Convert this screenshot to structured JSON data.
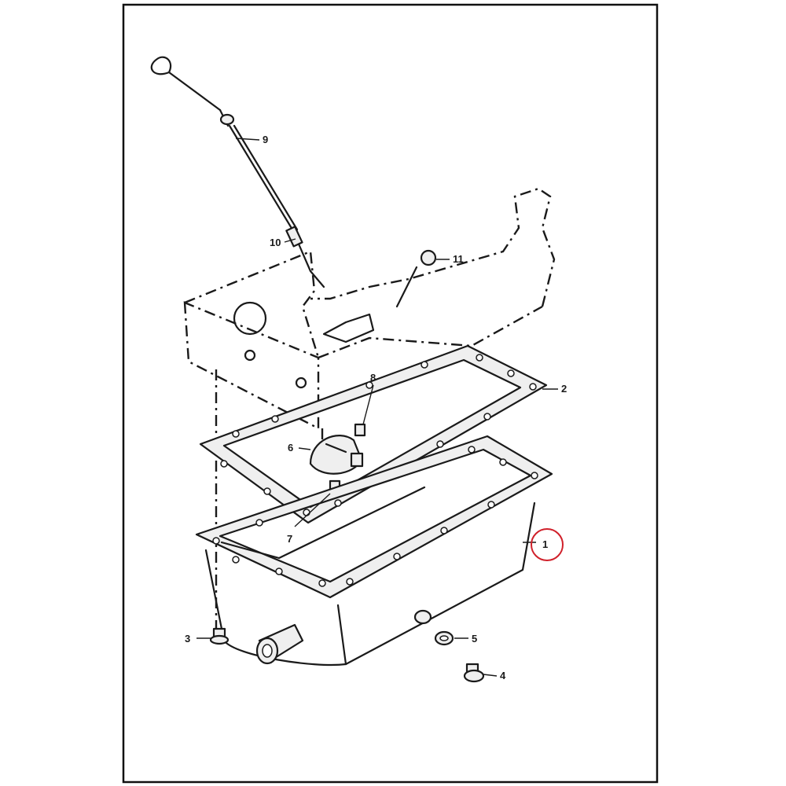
{
  "diagram": {
    "callouts": [
      {
        "id": "1",
        "label": "1",
        "part": "oil-pan",
        "highlighted": true
      },
      {
        "id": "2",
        "label": "2",
        "part": "oil-pan-gasket"
      },
      {
        "id": "3",
        "label": "3",
        "part": "pan-bolt"
      },
      {
        "id": "4",
        "label": "4",
        "part": "drain-plug"
      },
      {
        "id": "5",
        "label": "5",
        "part": "drain-plug-washer"
      },
      {
        "id": "6",
        "label": "6",
        "part": "oil-pickup"
      },
      {
        "id": "7",
        "label": "7",
        "part": "pickup-bolt"
      },
      {
        "id": "8",
        "label": "8",
        "part": "pickup-stud"
      },
      {
        "id": "9",
        "label": "9",
        "part": "dipstick"
      },
      {
        "id": "10",
        "label": "10",
        "part": "dipstick-tube-fitting"
      },
      {
        "id": "11",
        "label": "11",
        "part": "oil-pressure-sender"
      }
    ],
    "highlight_color": "#d0202a"
  }
}
